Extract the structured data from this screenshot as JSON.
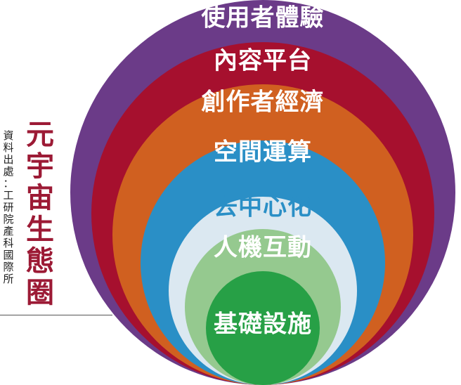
{
  "title": "元宇宙生態圈",
  "source": "資料出處：工研院產科國際所",
  "layers": [
    {
      "label": "使用者體驗",
      "fill": "#6b3b88",
      "text_color": "#ffffff"
    },
    {
      "label": "內容平台",
      "fill": "#a6102e",
      "text_color": "#ffffff"
    },
    {
      "label": "創作者經濟",
      "fill": "#d06020",
      "text_color": "#ffffff"
    },
    {
      "label": "空間運算",
      "fill": "#2a8fc6",
      "text_color": "#ffffff"
    },
    {
      "label": "去中心化",
      "fill": "#dbe8f1",
      "text_color": "#2a8fc6"
    },
    {
      "label": "人機互動",
      "fill": "#95c98f",
      "text_color": "#ffffff"
    },
    {
      "label": "基礎設施",
      "fill": "#27a046",
      "text_color": "#ffffff"
    }
  ]
}
